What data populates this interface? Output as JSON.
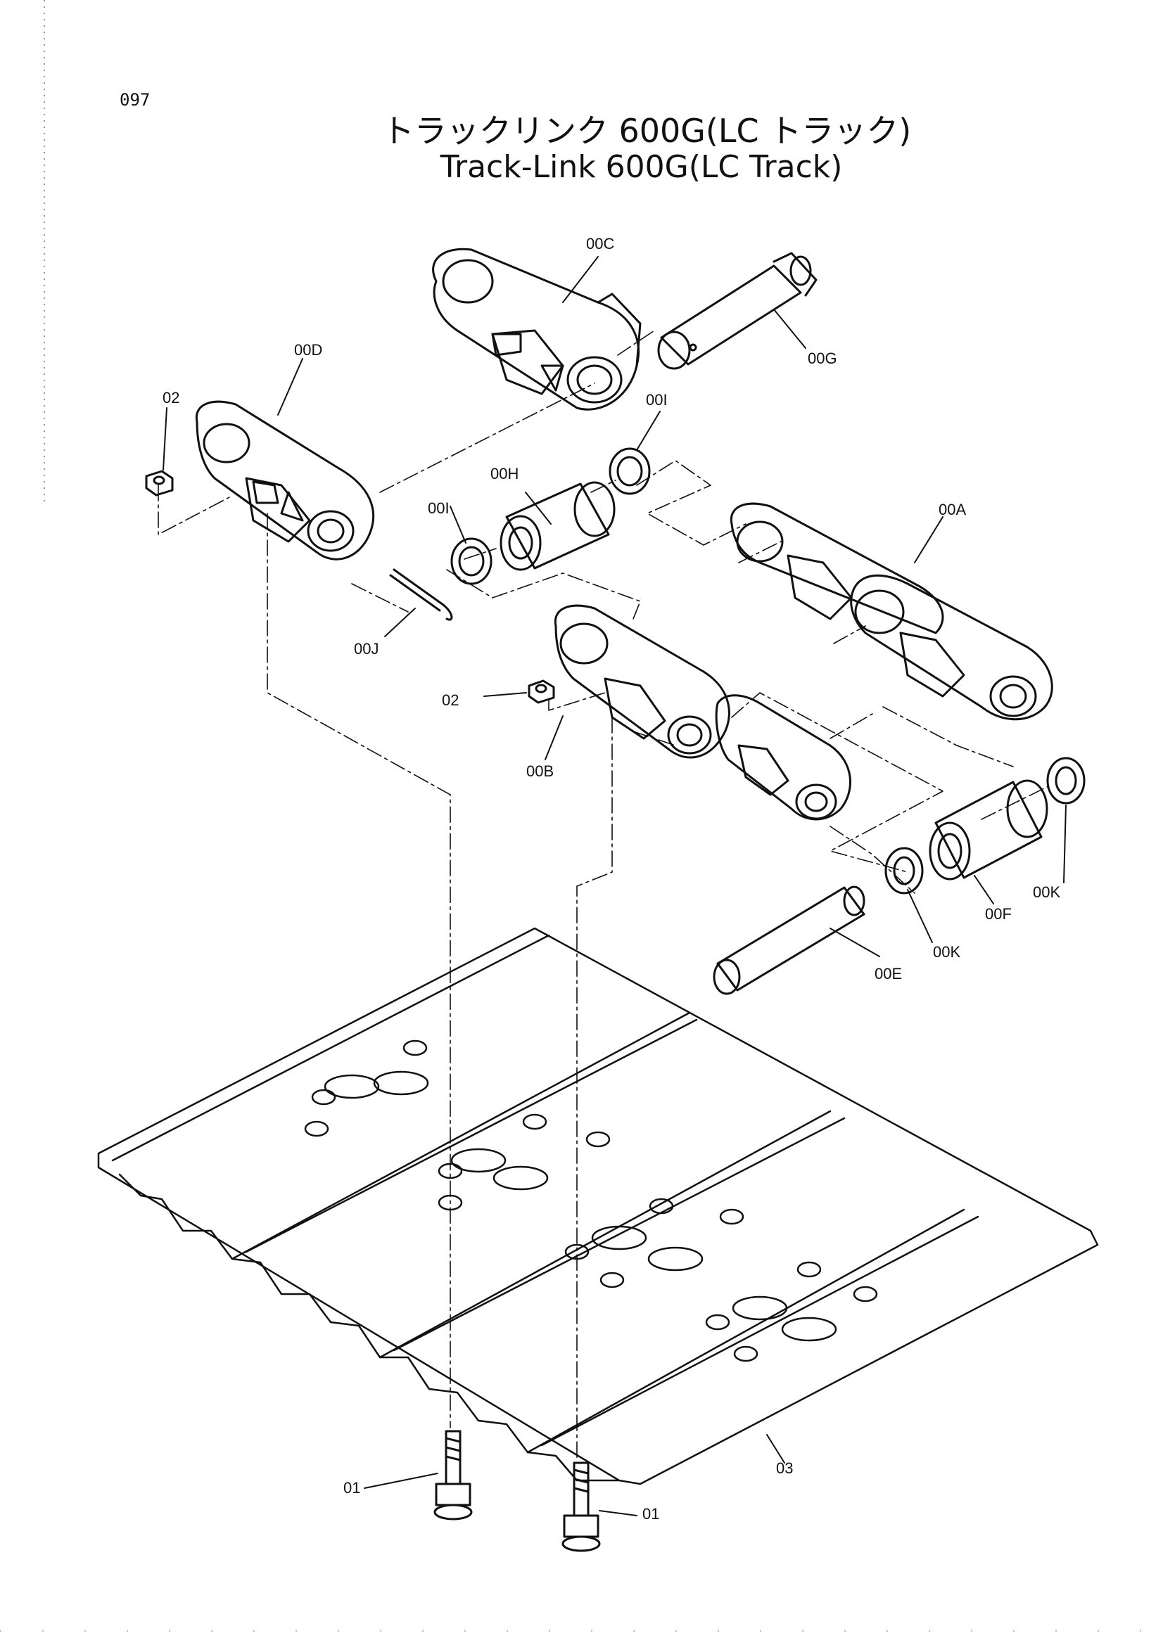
{
  "page": {
    "number": "097"
  },
  "title": {
    "japanese": "トラックリンク 600G(LC トラック)",
    "english": "Track-Link 600G(LC Track)"
  },
  "callouts": [
    {
      "id": "c00c",
      "text": "00C"
    },
    {
      "id": "c00g",
      "text": "00G"
    },
    {
      "id": "c00d",
      "text": "00D"
    },
    {
      "id": "c02a",
      "text": "02"
    },
    {
      "id": "c00i_a",
      "text": "00I"
    },
    {
      "id": "c00h",
      "text": "00H"
    },
    {
      "id": "c00i_b",
      "text": "00I"
    },
    {
      "id": "c00a",
      "text": "00A"
    },
    {
      "id": "c00j",
      "text": "00J"
    },
    {
      "id": "c02b",
      "text": "02"
    },
    {
      "id": "c00b",
      "text": "00B"
    },
    {
      "id": "c00k_a",
      "text": "00K"
    },
    {
      "id": "c00f",
      "text": "00F"
    },
    {
      "id": "c00k_b",
      "text": "00K"
    },
    {
      "id": "c00e",
      "text": "00E"
    },
    {
      "id": "c03",
      "text": "03"
    },
    {
      "id": "c01a",
      "text": "01"
    },
    {
      "id": "c01b",
      "text": "01"
    }
  ]
}
